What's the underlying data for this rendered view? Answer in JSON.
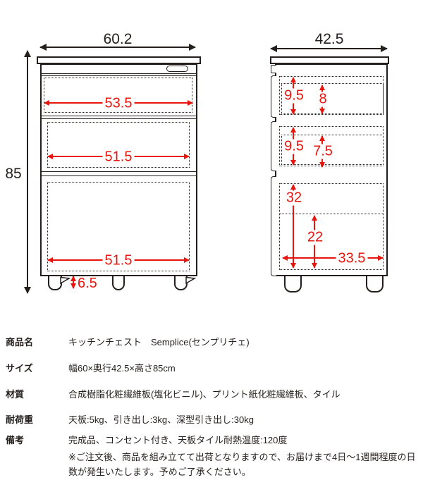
{
  "colors": {
    "dimension_red": "#e8150d",
    "line_black": "#241f1d",
    "background": "#ffffff"
  },
  "front_view": {
    "width": "60.2",
    "height": "85",
    "drawer1_width": "53.5",
    "drawer2_width": "51.5",
    "drawer3_width": "51.5",
    "caster_height": "6.5"
  },
  "side_view": {
    "depth": "42.5",
    "top_drawer_height": "9.5",
    "top_drawer_inner_height": "8",
    "middle_drawer_height": "9.5",
    "middle_drawer_inner_height": "7.5",
    "deep_drawer_height": "32",
    "deep_drawer_inner_height": "22",
    "deep_drawer_inner_depth": "33.5"
  },
  "spec_table": {
    "rows": [
      {
        "label": "商品名",
        "value": "キッチンチェスト　Semplice(センプリチェ)"
      },
      {
        "label": "サイズ",
        "value": "幅60×奥行42.5×高さ85cm"
      },
      {
        "label": "材質",
        "value": "合成樹脂化粧繊維板(塩化ビニル)、プリント紙化粧繊維板、タイル"
      },
      {
        "label": "耐荷重",
        "value": "天板:5kg、引き出し:3kg、深型引き出し:30kg"
      },
      {
        "label": "備考",
        "value": "完成品、コンセント付き、天板タイル耐熱温度:120度",
        "value2": "※ご注文後、商品を組み立てて出荷となりますので、お届けまで4日〜1週間程度の日数が発生いたします。予めご了承ください。"
      }
    ]
  }
}
